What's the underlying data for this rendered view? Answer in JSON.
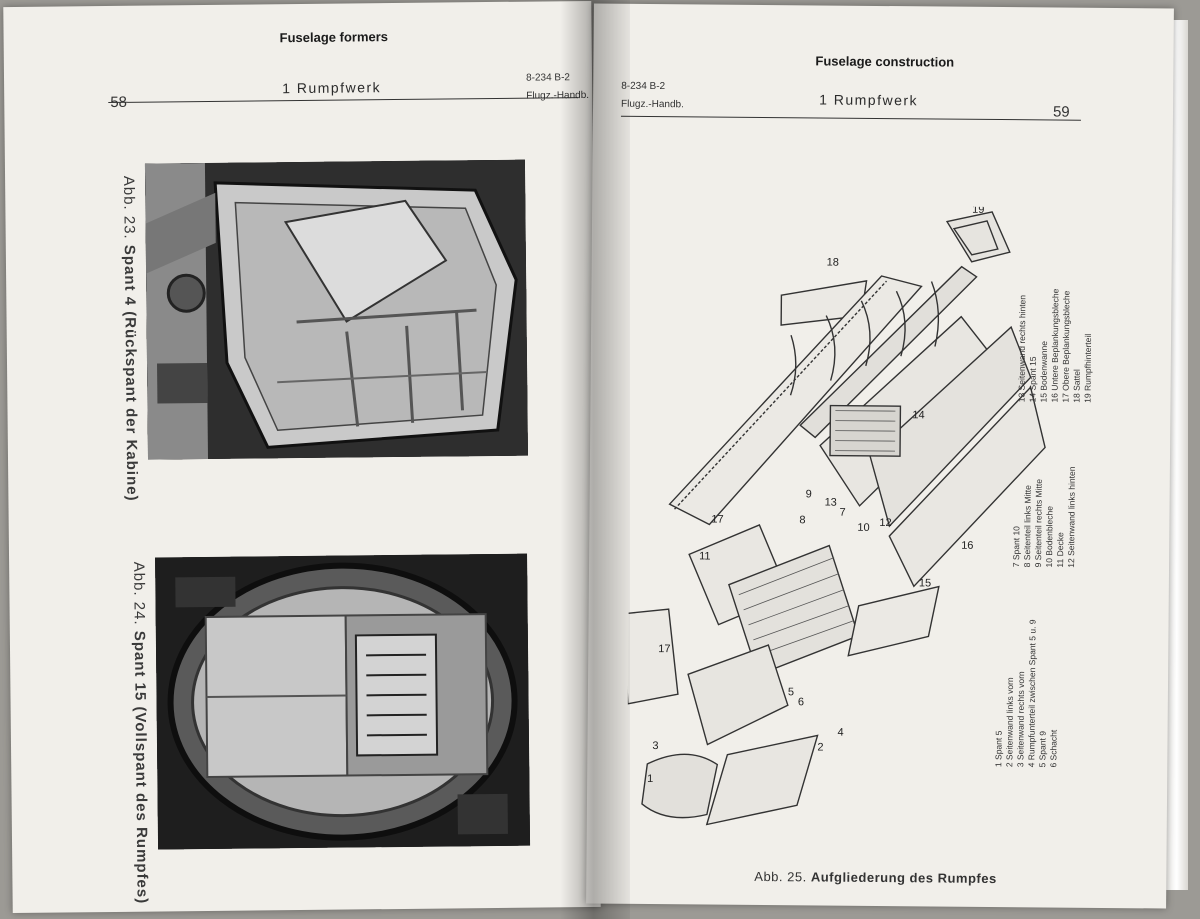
{
  "left_page": {
    "translation": "Fuselage formers",
    "page_number": "58",
    "header_title": "1 Rumpfwerk",
    "header_code_line1": "8-234 B-2",
    "header_code_line2": "Flugz.-Handb.",
    "figure_23": {
      "caption_prefix": "Abb. 23.",
      "caption_text": "Spant 4 (Rückspant der Kabine)"
    },
    "figure_24": {
      "caption_prefix": "Abb. 24.",
      "caption_text": "Spant 15 (Vollspant des Rumpfes)"
    }
  },
  "right_page": {
    "translation": "Fuselage construction",
    "page_number": "59",
    "header_title": "1 Rumpfwerk",
    "header_code_line1": "8-234 B-2",
    "header_code_line2": "Flugz.-Handb.",
    "figure_25": {
      "caption_prefix": "Abb. 25.",
      "caption_text": "Aufgliederung des Rumpfes"
    },
    "legend_col1": [
      "1 Spant 5",
      "2 Seitenwand links vorn",
      "3 Seitenwand rechts vorn",
      "4 Rumpfunterteil zwischen Spant 5 u. 9",
      "5 Spant 9",
      "6 Schacht"
    ],
    "legend_col2": [
      "7 Spant 10",
      "8 Seitenteil links Mitte",
      "9 Seitenteil rechts Mitte",
      "10 Bodenbleche",
      "11 Decke",
      "12 Seitenwand links hinten"
    ],
    "legend_col3": [
      "13 Seitenwand rechts hinten",
      "14 Spant 15",
      "15 Bodenwanne",
      "16 Untere Beplankungsbleche",
      "17 Obere Beplankungsbleche",
      "18 Sattel",
      "19 Rumpfhinterteil"
    ],
    "part_numbers": {
      "n1": "1",
      "n2": "2",
      "n3": "3",
      "n4": "4",
      "n5": "5",
      "n6": "6",
      "n7": "7",
      "n8": "8",
      "n9": "9",
      "n10": "10",
      "n11": "11",
      "n12": "12",
      "n13": "13",
      "n14": "14",
      "n15": "15",
      "n16": "16",
      "n17": "17",
      "n17b": "17",
      "n18": "18",
      "n19": "19"
    }
  }
}
